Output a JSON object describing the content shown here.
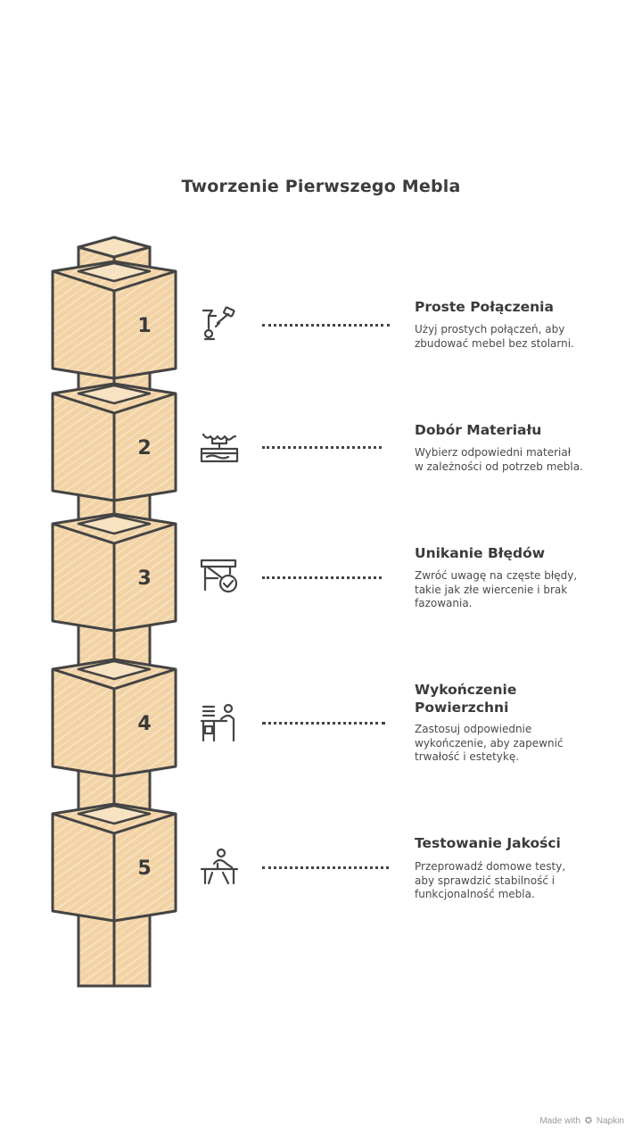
{
  "title": "Tworzenie Pierwszego Mebla",
  "colors": {
    "fill": "#f2d3a6",
    "stroke": "#444444",
    "text": "#3a3a3a"
  },
  "steps": [
    {
      "number": "1",
      "title": "Proste Połączenia",
      "description": [
        "Użyj prostych połączeń, aby",
        "zbudować mebel bez stolarni."
      ],
      "icon": "joint-tools-icon"
    },
    {
      "number": "2",
      "title": "Dobór Materiału",
      "description": [
        "Wybierz odpowiedni materiał",
        "w zależności od potrzeb mebla."
      ],
      "icon": "wood-plank-icon"
    },
    {
      "number": "3",
      "title": "Unikanie Błędów",
      "description": [
        "Zwróć uwagę na częste błędy,",
        "takie jak złe wiercenie i brak",
        "fazowania."
      ],
      "icon": "table-check-icon"
    },
    {
      "number": "4",
      "title": "Wykończenie Powierzchni",
      "title_lines": [
        "Wykończenie",
        "Powierzchni"
      ],
      "description": [
        "Zastosuj odpowiednie",
        "wykończenie, aby zapewnić",
        "trwałość i estetykę."
      ],
      "icon": "person-at-desk-icon"
    },
    {
      "number": "5",
      "title": "Testowanie Jakości",
      "description": [
        "Przeprowadź domowe testy,",
        "aby sprawdzić stabilność i",
        "funkcjonalność mebla."
      ],
      "icon": "person-at-bench-icon"
    }
  ],
  "footer": {
    "made_with": "Made with",
    "brand": "Napkin"
  }
}
